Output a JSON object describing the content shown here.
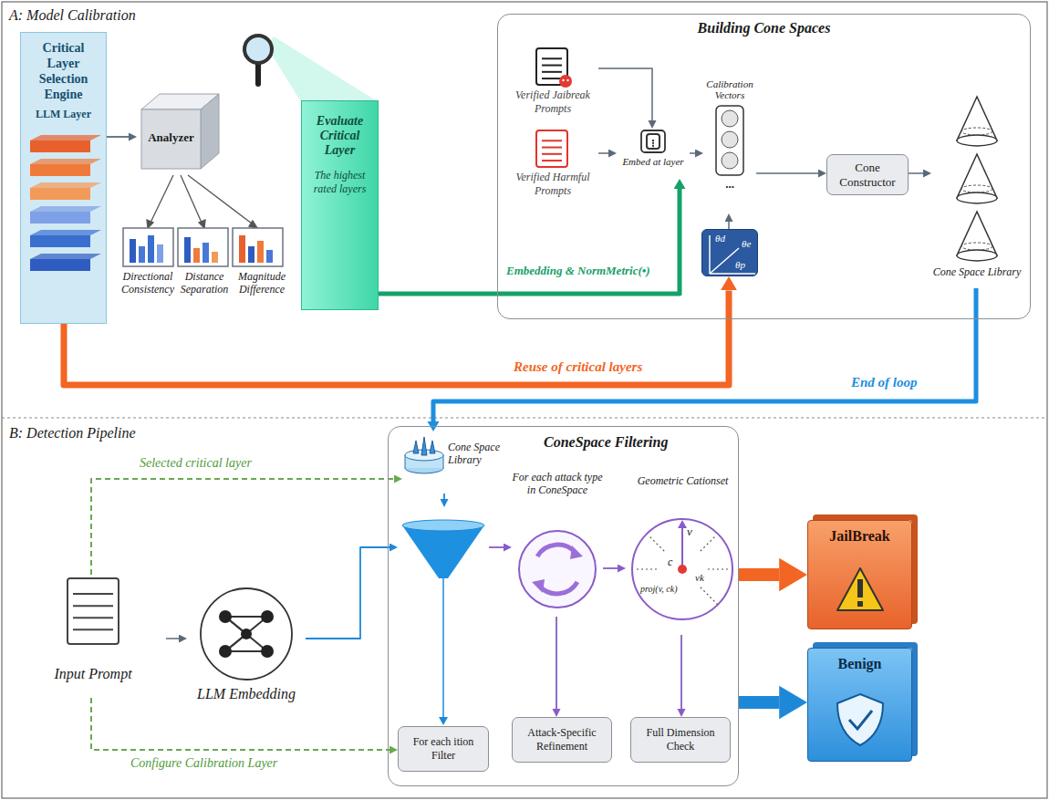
{
  "diagram": {
    "nodes": [
      {
        "text": [
          "Critical Layer Selection Engine",
          "LLM Layer"
        ]
      },
      {
        "text": [
          "Analyzer"
        ]
      },
      {
        "text": [
          "Evaluate Critical Layer",
          "The highest rated layers"
        ]
      },
      {
        "text": [
          "Building Cone Spaces"
        ]
      },
      {
        "text": [
          "Verified Jaibreak Prompts"
        ],
        "in": 3
      },
      {
        "text": [
          "Verified Harmful Prompts"
        ],
        "in": 3
      },
      {
        "text": [
          "Embed at layer"
        ],
        "in": 3
      },
      {
        "text": [
          "Calibration Vectors",
          "..."
        ],
        "in": 3
      },
      {
        "text": [
          "Cone Constructor"
        ],
        "in": 3
      },
      {
        "text": [
          "θd",
          "θe",
          "θp"
        ],
        "in": 3
      },
      {
        "text": [
          "Cone Space Library"
        ],
        "in": 3
      },
      {
        "text": [
          "Input Prompt"
        ]
      },
      {
        "text": [
          "LLM Embedding"
        ]
      },
      {
        "text": [
          "ConeSpace Filtering"
        ]
      },
      {
        "text": [
          "Cone Space Library"
        ],
        "in": 13
      },
      {
        "text": [
          "For each ition Filter"
        ],
        "in": 13
      },
      {
        "text": [
          "For each attack type in ConeSpace"
        ],
        "in": 13
      },
      {
        "text": [
          "Attack-Specific Refinement"
        ],
        "in": 13
      },
      {
        "text": [
          "Geometric Cationset",
          "v",
          "c",
          "vk",
          "proj(v, ck)"
        ],
        "in": 13
      },
      {
        "text": [
          "Full Dimension Check"
        ],
        "in": 13
      },
      {
        "text": [
          "JailBreak"
        ]
      },
      {
        "text": [
          "Benign"
        ]
      }
    ],
    "edges": [
      {
        "from": 0,
        "to": 1,
        "arrow": "to"
      },
      {
        "from": 2,
        "to": 6,
        "label": "Embedding & NormMetric(•)",
        "arrow": "to"
      },
      {
        "from": 4,
        "to": 6,
        "arrow": "to"
      },
      {
        "from": 5,
        "to": 6,
        "arrow": "to"
      },
      {
        "from": 6,
        "to": 7,
        "arrow": "to"
      },
      {
        "from": 9,
        "to": 7,
        "arrow": "to"
      },
      {
        "from": 7,
        "to": 8,
        "arrow": "to"
      },
      {
        "from": 8,
        "to": 10,
        "arrow": "to"
      },
      {
        "from": 0,
        "to": 9,
        "label": "Reuse of critical layers",
        "arrow": "to"
      },
      {
        "from": 10,
        "to": 14,
        "label": "End of loop",
        "arrow": "to"
      },
      {
        "from": 11,
        "to": 14,
        "label": "Selected critical layer",
        "arrow": "to"
      },
      {
        "from": 11,
        "to": 12,
        "arrow": "to"
      },
      {
        "from": 12,
        "to": 15,
        "arrow": "to"
      },
      {
        "from": 11,
        "to": 15,
        "label": "Configure Calibration Layer",
        "arrow": "to"
      },
      {
        "from": 14,
        "to": 15,
        "arrow": "to"
      },
      {
        "from": 15,
        "to": 16,
        "arrow": "to"
      },
      {
        "from": 16,
        "to": 17,
        "arrow": "to"
      },
      {
        "from": 16,
        "to": 18,
        "arrow": "to"
      },
      {
        "from": 18,
        "to": 19,
        "arrow": "to"
      },
      {
        "from": 13,
        "to": 20,
        "arrow": "to"
      },
      {
        "from": 13,
        "to": 21,
        "arrow": "to"
      }
    ],
    "labels": [
      "A: Model Calibration",
      "B: Detection Pipeline",
      "Directional Consistency",
      "Distance Separation",
      "Magnitude Difference"
    ]
  }
}
